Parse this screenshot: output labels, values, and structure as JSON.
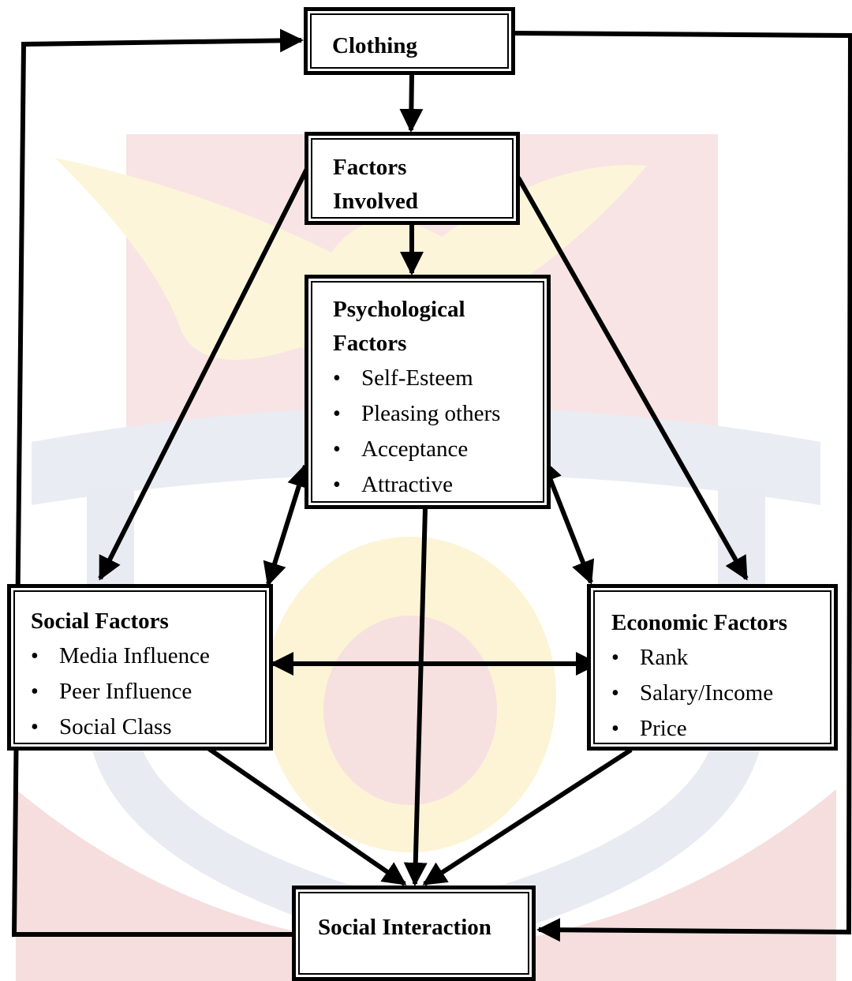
{
  "nodes": {
    "clothing": {
      "title": "Clothing"
    },
    "factors_involved": {
      "title_line1": "Factors",
      "title_line2": "Involved"
    },
    "psychological": {
      "title_line1": "Psychological",
      "title_line2": "Factors",
      "items": [
        "Self-Esteem",
        "Pleasing others",
        "Acceptance",
        "Attractive"
      ]
    },
    "social": {
      "title": "Social Factors",
      "items": [
        "Media Influence",
        "Peer Influence",
        "Social Class"
      ]
    },
    "economic": {
      "title": "Economic Factors",
      "items": [
        "Rank",
        "Salary/Income",
        "Price"
      ]
    },
    "social_interaction": {
      "title": "Social Interaction"
    }
  },
  "edges": [
    {
      "from": "clothing",
      "to": "factors_involved"
    },
    {
      "from": "factors_involved",
      "to": "psychological"
    },
    {
      "from": "factors_involved",
      "to": "social"
    },
    {
      "from": "factors_involved",
      "to": "economic"
    },
    {
      "from": "psychological",
      "to": "social",
      "bidirectional": true
    },
    {
      "from": "psychological",
      "to": "economic",
      "bidirectional": true
    },
    {
      "from": "social",
      "to": "economic",
      "bidirectional": true
    },
    {
      "from": "psychological",
      "to": "social_interaction"
    },
    {
      "from": "social",
      "to": "social_interaction"
    },
    {
      "from": "economic",
      "to": "social_interaction"
    },
    {
      "from": "social_interaction",
      "to": "clothing",
      "route": "left-loop"
    },
    {
      "from": "clothing",
      "to": "social_interaction",
      "route": "right-loop"
    }
  ],
  "colors": {
    "line": "#000000",
    "watermark_red": "#f7e3e3",
    "watermark_yellow": "#fdf6dc",
    "watermark_blue": "#e6e9f1"
  }
}
